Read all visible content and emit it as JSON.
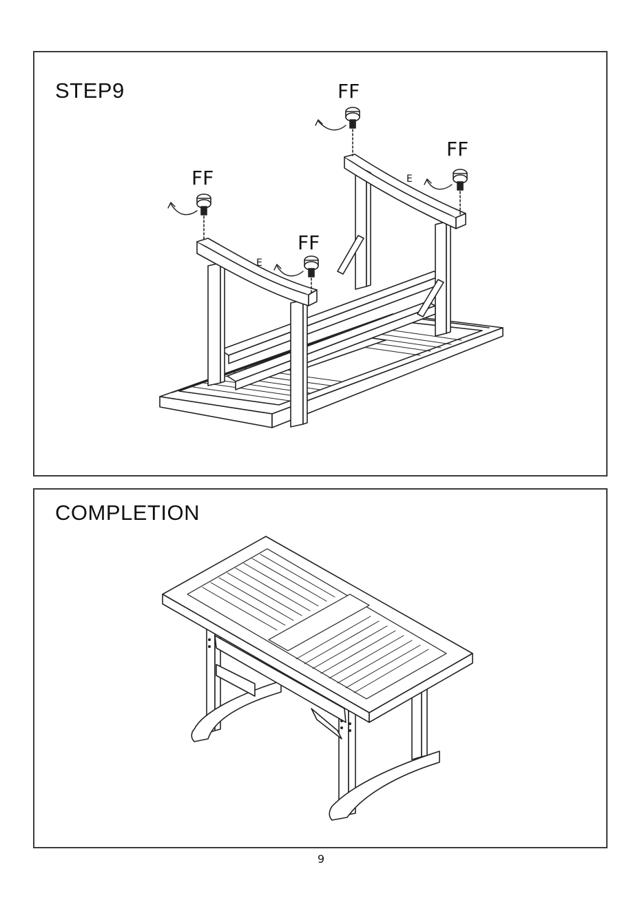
{
  "step9": {
    "title": "STEP9",
    "ff_label": "FF",
    "e_label": "E"
  },
  "completion": {
    "title": "COMPLETION"
  },
  "page_number": "9"
}
